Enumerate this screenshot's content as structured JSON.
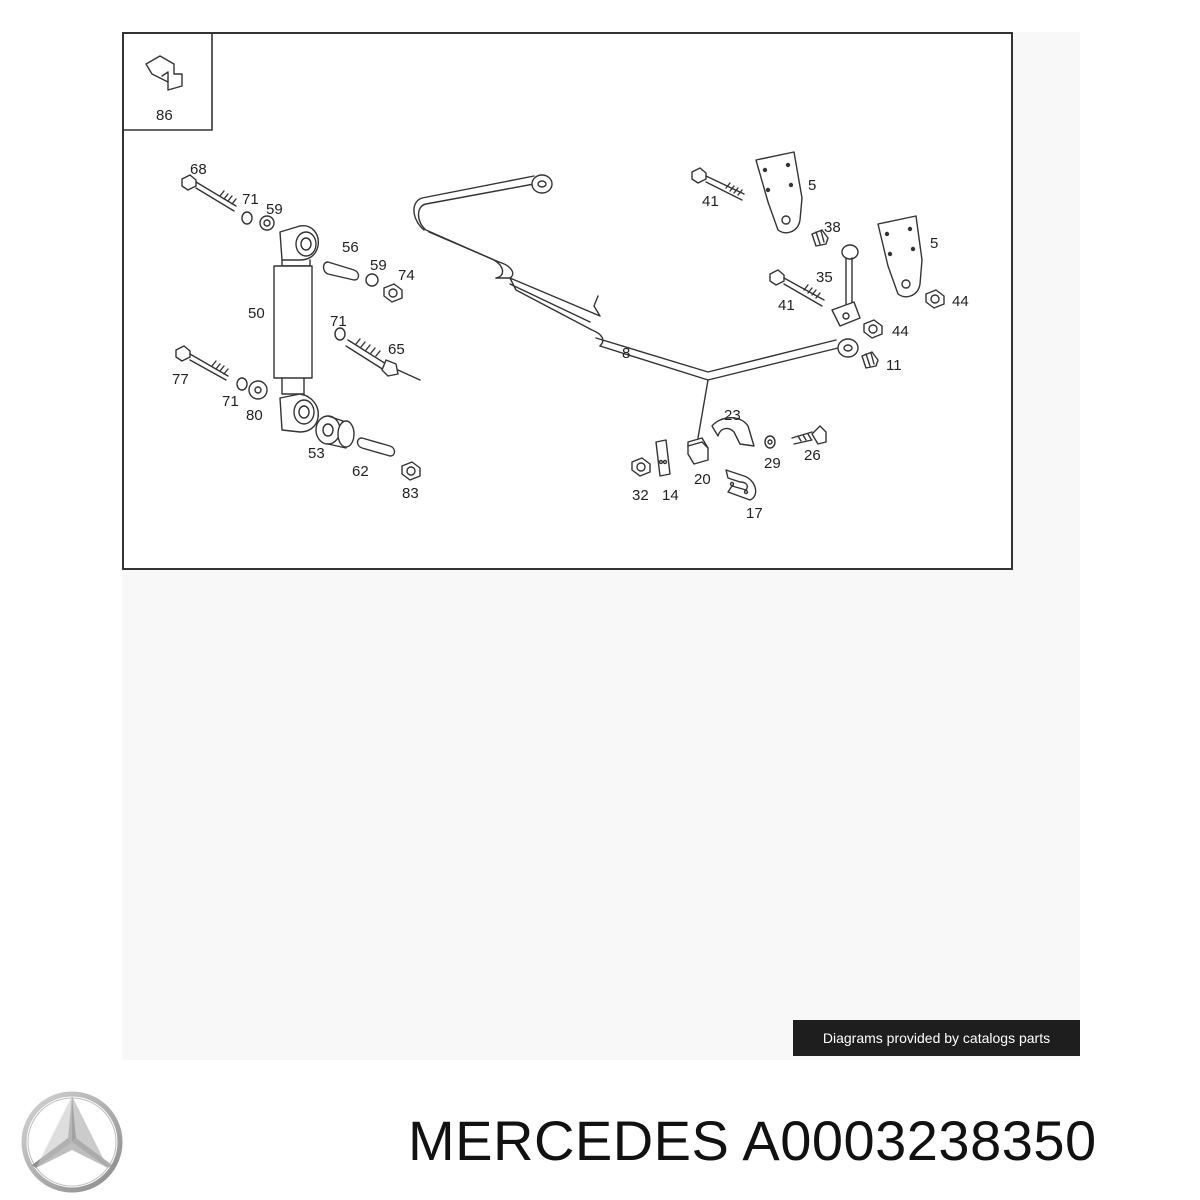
{
  "diagram": {
    "callouts": {
      "p86": "86",
      "p68": "68",
      "p71a": "71",
      "p59a": "59",
      "p56": "56",
      "p59b": "59",
      "p74": "74",
      "p50": "50",
      "p71b": "71",
      "p65": "65",
      "p77": "77",
      "p71c": "71",
      "p80": "80",
      "p53": "53",
      "p62": "62",
      "p83": "83",
      "p8": "8",
      "p41a": "41",
      "p5a": "5",
      "p38": "38",
      "p5b": "5",
      "p35": "35",
      "p41b": "41",
      "p44a": "44",
      "p44b": "44",
      "p11": "11",
      "p23": "23",
      "p29": "29",
      "p26": "26",
      "p20": "20",
      "p32": "32",
      "p14": "14",
      "p17": "17"
    }
  },
  "footer": {
    "credit": "Diagrams provided by catalogs parts",
    "brand_title": "MERCEDES A0003238350"
  },
  "logo": {
    "icon": "mercedes-star-icon",
    "color": "#a0a0a0"
  }
}
